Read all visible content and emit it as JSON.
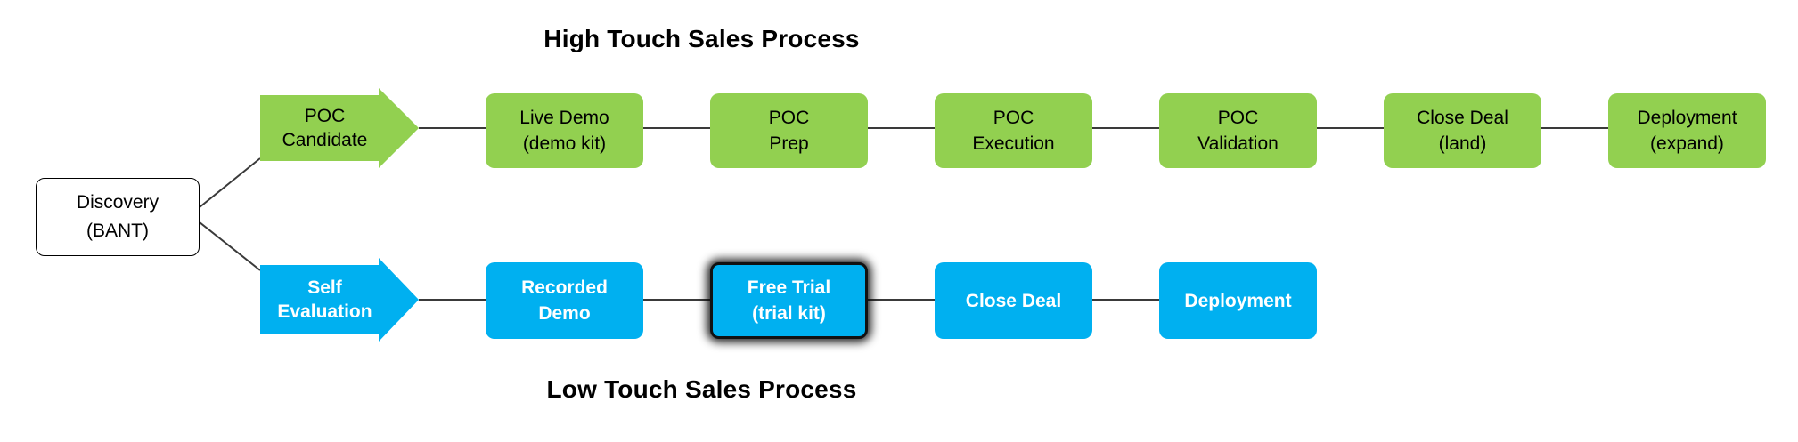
{
  "titles": {
    "high_touch": "High Touch Sales Process",
    "low_touch": "Low Touch Sales Process"
  },
  "colors": {
    "high_touch_green": "#92d050",
    "low_touch_blue": "#00b0f0",
    "connector": "#3a3a3a"
  },
  "discovery": {
    "line1": "Discovery",
    "line2": "(BANT)"
  },
  "high_touch": {
    "entry_arrow": {
      "line1": "POC",
      "line2": "Candidate"
    },
    "steps": [
      {
        "line1": "Live Demo",
        "line2": "(demo kit)"
      },
      {
        "line1": "POC",
        "line2": "Prep"
      },
      {
        "line1": "POC",
        "line2": "Execution"
      },
      {
        "line1": "POC",
        "line2": "Validation"
      },
      {
        "line1": "Close Deal",
        "line2": "(land)"
      },
      {
        "line1": "Deployment",
        "line2": "(expand)"
      }
    ]
  },
  "low_touch": {
    "entry_arrow": {
      "line1": "Self",
      "line2": "Evaluation"
    },
    "steps": [
      {
        "line1": "Recorded",
        "line2": "Demo"
      },
      {
        "line1": "Free Trial",
        "line2": "(trial kit)"
      },
      {
        "line1": "Close Deal"
      },
      {
        "line1": "Deployment"
      }
    ]
  }
}
